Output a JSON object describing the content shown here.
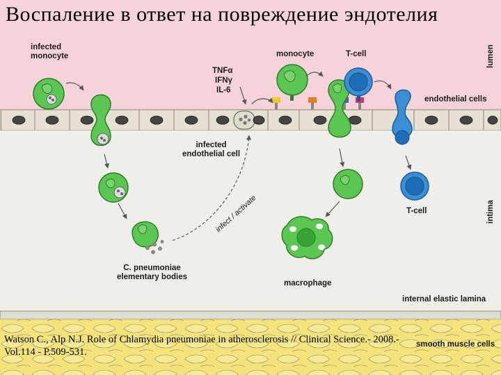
{
  "title": "Воспаление в ответ на повреждение эндотелия",
  "figure": {
    "labels": {
      "infected_monocyte": "infected\nmonocyte",
      "cytokine_1": "TNFα",
      "cytokine_2": "IFNγ",
      "cytokine_3": "IL-6",
      "monocyte": "monocyte",
      "t_cell_top": "T-cell",
      "endothelial_cells": "endothelial cells",
      "infected_endothelial_cell": "infected\nendothelial cell",
      "infect_activate": "infect / activate",
      "t_cell_bottom": "T-cell",
      "elementary_bodies": "C. pneumoniae\nelementary bodies",
      "macrophage": "macrophage",
      "internal_elastic_lamina": "internal elastic lamina",
      "smooth_muscle_cells": "smooth muscle cells",
      "layer_lumen": "lumen",
      "layer_intima": "intima"
    },
    "colors": {
      "lumen": "#f6d3d9",
      "intima": "#efeee8",
      "media": "#f4e27a",
      "endothelium": "#e6e1d2",
      "monocyte": "#5cc653",
      "t_cell": "#3a8ed6",
      "chlamydia": "#c9c9c9"
    }
  },
  "citation": "Watson C., Alp N.J. Role of Chlamydia pneumoniae in atherosclerosis // Clinical Science.- 2008.-Vol.114 - P.509-531."
}
